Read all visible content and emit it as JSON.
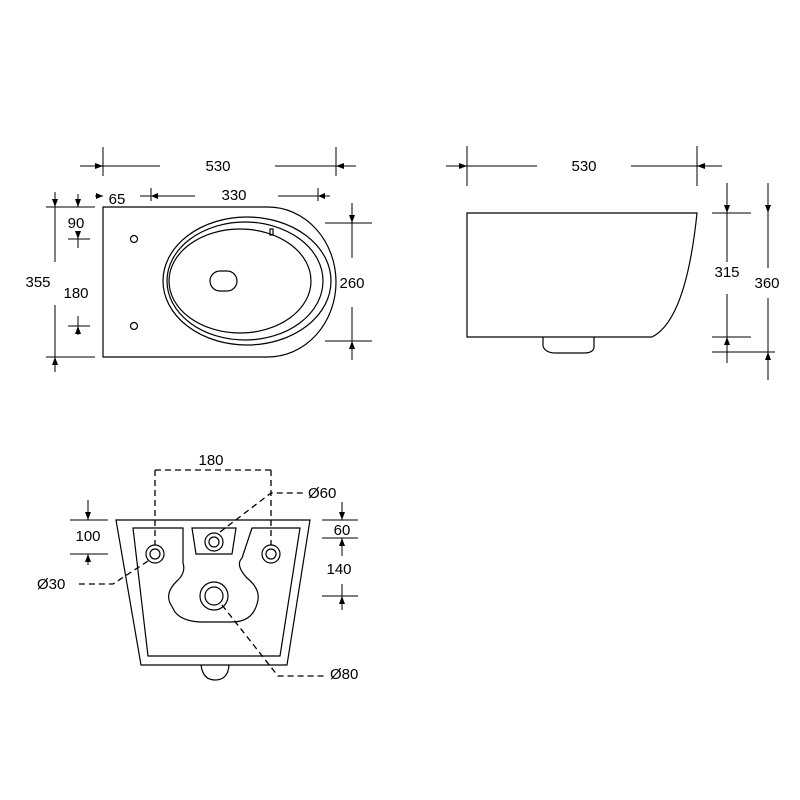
{
  "top_view": {
    "width": "530",
    "seat_length": "330",
    "rear_offset": "65",
    "depth": "355",
    "fixing_offset": "90",
    "fixing_spacing": "180",
    "bowl_depth": "260"
  },
  "side_view": {
    "width": "530",
    "height_to_rim": "315",
    "total_height": "360"
  },
  "rear_view": {
    "bolt_spacing": "180",
    "inlet_diameter": "Ø60",
    "inlet_offset": "60",
    "bolt_height": "100",
    "bolt_diameter": "Ø30",
    "outlet_offset": "140",
    "outlet_diameter": "Ø80"
  }
}
